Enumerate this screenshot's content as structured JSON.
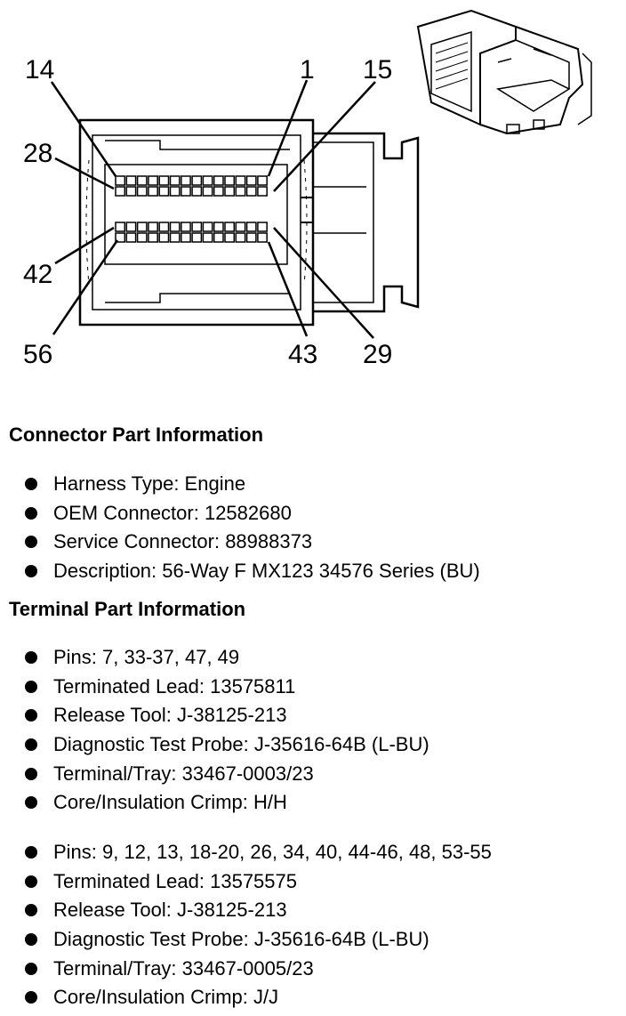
{
  "diagram": {
    "pin_labels": {
      "p14": "14",
      "p1": "1",
      "p15": "15",
      "p28": "28",
      "p42": "42",
      "p56": "56",
      "p43": "43",
      "p29": "29"
    }
  },
  "connector_info": {
    "title": "Connector Part Information",
    "items": [
      "Harness Type: Engine",
      "OEM Connector: 12582680",
      "Service Connector: 88988373",
      "Description: 56-Way F MX123 34576 Series (BU)"
    ]
  },
  "terminal_info": {
    "title": "Terminal Part Information",
    "group1": [
      "Pins: 7, 33-37, 47, 49",
      "Terminated Lead: 13575811",
      "Release Tool: J-38125-213",
      "Diagnostic Test Probe: J-35616-64B (L-BU)",
      "Terminal/Tray: 33467-0003/23",
      "Core/Insulation Crimp: H/H"
    ],
    "group2": [
      "Pins: 9, 12, 13, 18-20, 26, 34, 40, 44-46, 48, 53-55",
      "Terminated Lead: 13575575",
      "Release Tool: J-38125-213",
      "Diagnostic Test Probe: J-35616-64B (L-BU)",
      "Terminal/Tray: 33467-0005/23",
      "Core/Insulation Crimp: J/J"
    ]
  }
}
